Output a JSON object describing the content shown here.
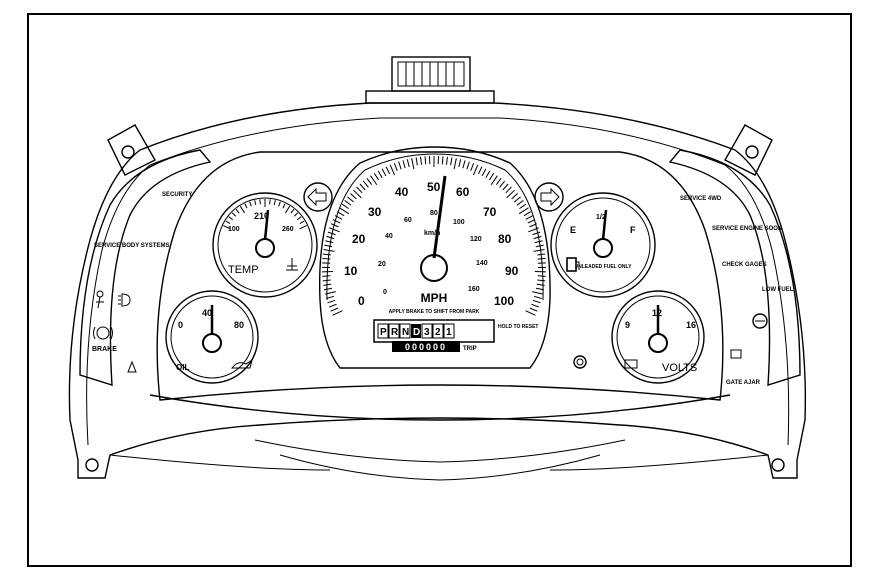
{
  "speedometer": {
    "unit": "MPH",
    "mph_labels": [
      "0",
      "10",
      "20",
      "30",
      "40",
      "50",
      "60",
      "70",
      "80",
      "90",
      "100"
    ],
    "kmh_labels": [
      "0",
      "20",
      "40",
      "60",
      "80",
      "100",
      "120",
      "140",
      "160"
    ],
    "kmh_unit": "km/h",
    "shift_note": "APPLY BRAKE TO SHIFT FROM PARK",
    "prndl": [
      "P",
      "R",
      "N",
      "D",
      "3",
      "2",
      "1"
    ],
    "odometer": "000000",
    "hold_reset": "HOLD TO RESET",
    "trip": "TRIP"
  },
  "temp_gauge": {
    "label": "TEMP",
    "low": "100",
    "mid": "210",
    "high": "260"
  },
  "oil_gauge": {
    "label": "OIL",
    "low": "0",
    "mid": "40",
    "high": "80"
  },
  "fuel_gauge": {
    "low": "E",
    "mid": "1/2",
    "high": "F",
    "note": "UNLEADED FUEL ONLY"
  },
  "volts_gauge": {
    "label": "VOLTS",
    "low": "9",
    "mid": "12",
    "high": "16"
  },
  "telltales_left": {
    "security": "SECURITY",
    "service_body": "SERVICE BODY SYSTEMS",
    "brake": "BRAKE"
  },
  "telltales_right": {
    "service_4wd": "SERVICE 4WD",
    "service_engine": "SERVICE ENGINE SOON",
    "check_gages": "CHECK GAGES",
    "low_fuel": "LOW FUEL",
    "gate_ajar": "GATE AJAR"
  }
}
